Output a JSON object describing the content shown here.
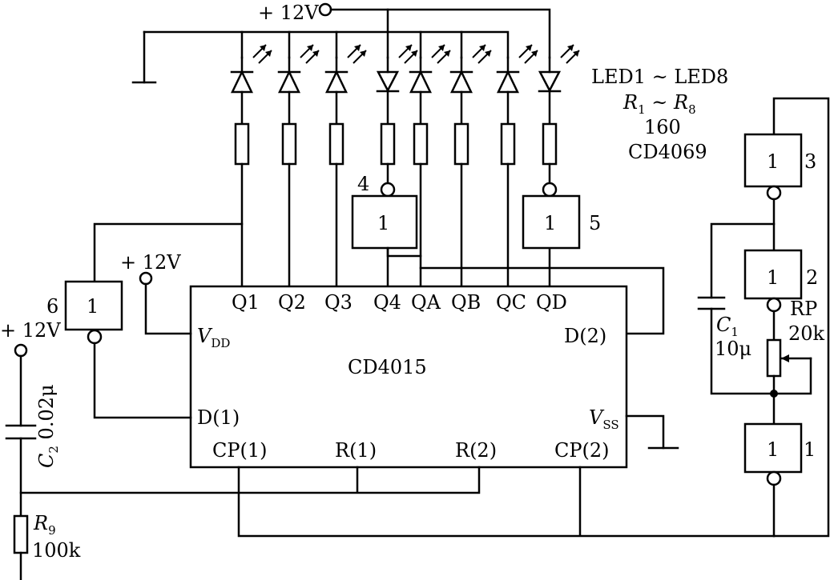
{
  "supply": {
    "vplus": "+ 12V"
  },
  "legend": {
    "leds": "LED1 ~ LED8",
    "r_first": "R",
    "r_first_sub": "1",
    "r_sep": " ~ ",
    "r_last": "R",
    "r_last_sub": "8",
    "r_value": "160",
    "inverter_ic": "CD4069"
  },
  "ic": {
    "name": "CD4015",
    "pins": {
      "q1": "Q1",
      "q2": "Q2",
      "q3": "Q3",
      "q4": "Q4",
      "qa": "QA",
      "qb": "QB",
      "qc": "QC",
      "qd": "QD",
      "vdd": "V",
      "vdd_sub": "DD",
      "vss": "V",
      "vss_sub": "SS",
      "d1": "D(1)",
      "d2": "D(2)",
      "cp1": "CP(1)",
      "cp2": "CP(2)",
      "r1": "R(1)",
      "r2": "R(2)"
    }
  },
  "gates": {
    "symbol": "1",
    "g1": "1",
    "g2": "2",
    "g3": "3",
    "g4": "4",
    "g5": "5",
    "g6": "6"
  },
  "components": {
    "c1": {
      "name": "C",
      "sub": "1",
      "value": "10μ"
    },
    "c2": {
      "name": "C",
      "sub": "2",
      "value": "0.02μ"
    },
    "rp": {
      "name": "RP",
      "value": "20k"
    },
    "r9": {
      "name": "R",
      "sub": "9",
      "value": "100k"
    }
  }
}
